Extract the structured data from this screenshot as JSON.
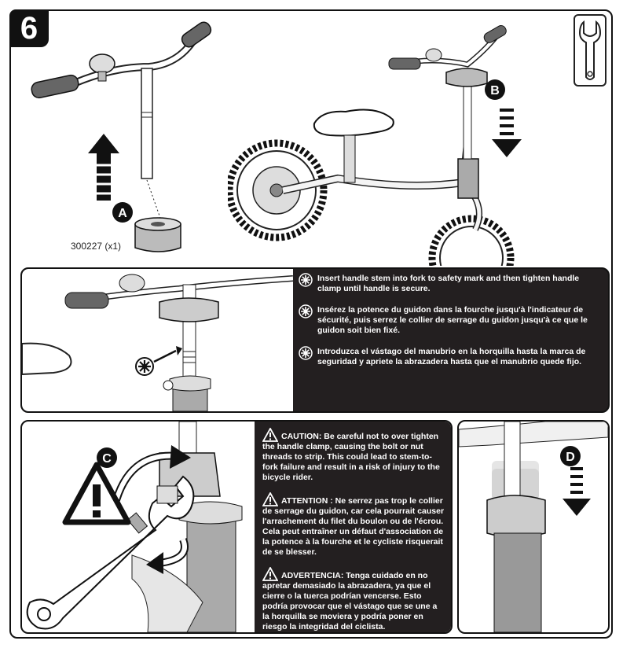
{
  "step": {
    "number": "6"
  },
  "tool": {
    "icon": "wrench-icon"
  },
  "parts": {
    "label": "300227 (x1)"
  },
  "callouts": {
    "a": "A",
    "b": "B",
    "c": "C",
    "d": "D"
  },
  "instructions": [
    {
      "icon": "safety-mark-icon",
      "text": "Insert handle stem into fork to safety mark and then tighten handle clamp until handle is secure."
    },
    {
      "icon": "safety-mark-icon",
      "text": "Insérez la potence du guidon dans la fourche jusqu'à l'indicateur de sécurité, puis serrez le collier de serrage du guidon jusqu'à ce que le guidon soit bien fixé."
    },
    {
      "icon": "safety-mark-icon",
      "text": "Introduzca el vástago del manubrio en la horquilla hasta la marca de seguridad y apriete la abrazadera hasta que el manubrio quede fijo."
    }
  ],
  "cautions": [
    {
      "label": "CAUTION:",
      "text": "Be careful not to over tighten the handle clamp, causing the bolt or nut threads to strip.  This could lead to stem-to-fork failure and result in a risk of injury to the bicycle rider."
    },
    {
      "label": "ATTENTION :",
      "text": "Ne serrez pas trop le collier de serrage du guidon, car cela pourrait causer l'arrachement du filet du boulon ou de l'écrou.  Cela peut entraîner un défaut d'association de la potence à la fourche et le cycliste risquerait de se blesser."
    },
    {
      "label": "ADVERTENCIA:",
      "text": "Tenga cuidado en no apretar demasiado la abrazadera, ya que el cierre o la tuerca podrían vencerse.  Esto podría provocar que el vástago que se une a la horquilla se moviera y podría poner en riesgo la integridad del ciclista."
    }
  ]
}
